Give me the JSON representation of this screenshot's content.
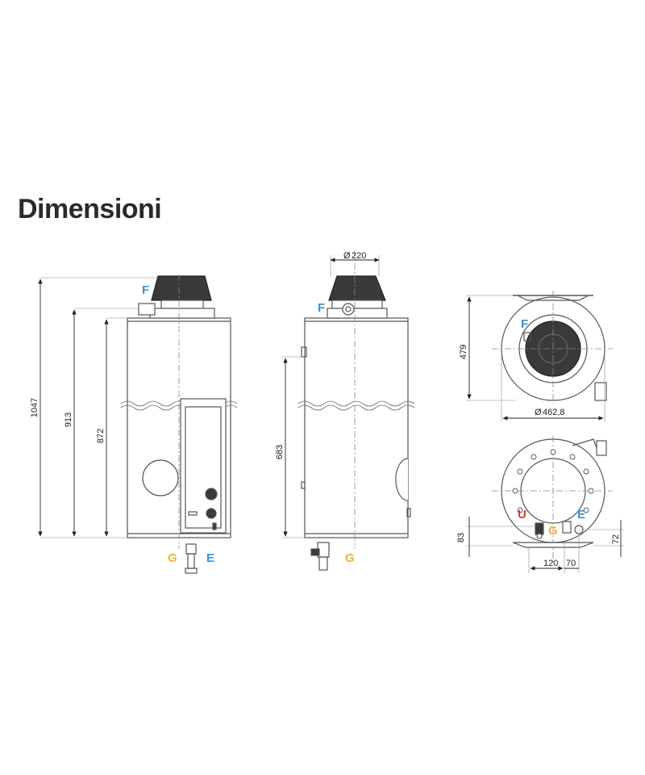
{
  "title": "Dimensioni",
  "labels": {
    "flue": "F",
    "gas": "G",
    "inlet": "E",
    "outlet": "U"
  },
  "colors": {
    "flue": "#3d8fd1",
    "gas": "#f0b429",
    "inlet": "#3d8fd1",
    "outlet": "#d63a2f",
    "outline": "#555555",
    "cap": "#3a3a3a"
  },
  "dimensions": {
    "total_height": "1047",
    "flue_height": "913",
    "body_height": "872",
    "side_height": "683",
    "flue_diameter": "220",
    "plan_depth": "479",
    "plan_diameter": "462,8",
    "bottom_height_left": "83",
    "bottom_height_right": "72",
    "spacing_a": "120",
    "spacing_b": "70"
  }
}
